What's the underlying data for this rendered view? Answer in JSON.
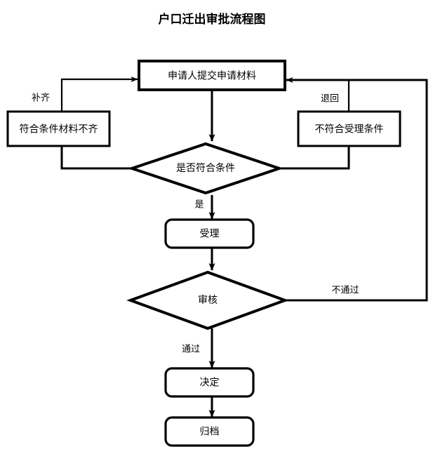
{
  "title": "户口迁出审批流程图",
  "colors": {
    "background": "#ffffff",
    "stroke": "#000000",
    "fill": "#ffffff",
    "text": "#000000"
  },
  "nodes": {
    "submit": {
      "label": "申请人提交申请材料",
      "shape": "rectangle"
    },
    "incomplete": {
      "label": "符合条件材料不齐",
      "shape": "rectangle"
    },
    "ineligible": {
      "label": "不符合受理条件",
      "shape": "rectangle"
    },
    "check_condition": {
      "label": "是否符合条件",
      "shape": "diamond"
    },
    "accept": {
      "label": "受理",
      "shape": "rounded-rectangle"
    },
    "review": {
      "label": "审核",
      "shape": "diamond"
    },
    "decide": {
      "label": "决定",
      "shape": "rounded-rectangle"
    },
    "archive": {
      "label": "归档",
      "shape": "rounded-rectangle"
    }
  },
  "edge_labels": {
    "resupply": "补齐",
    "return": "退回",
    "yes": "是",
    "pass": "通过",
    "fail": "不通过"
  }
}
